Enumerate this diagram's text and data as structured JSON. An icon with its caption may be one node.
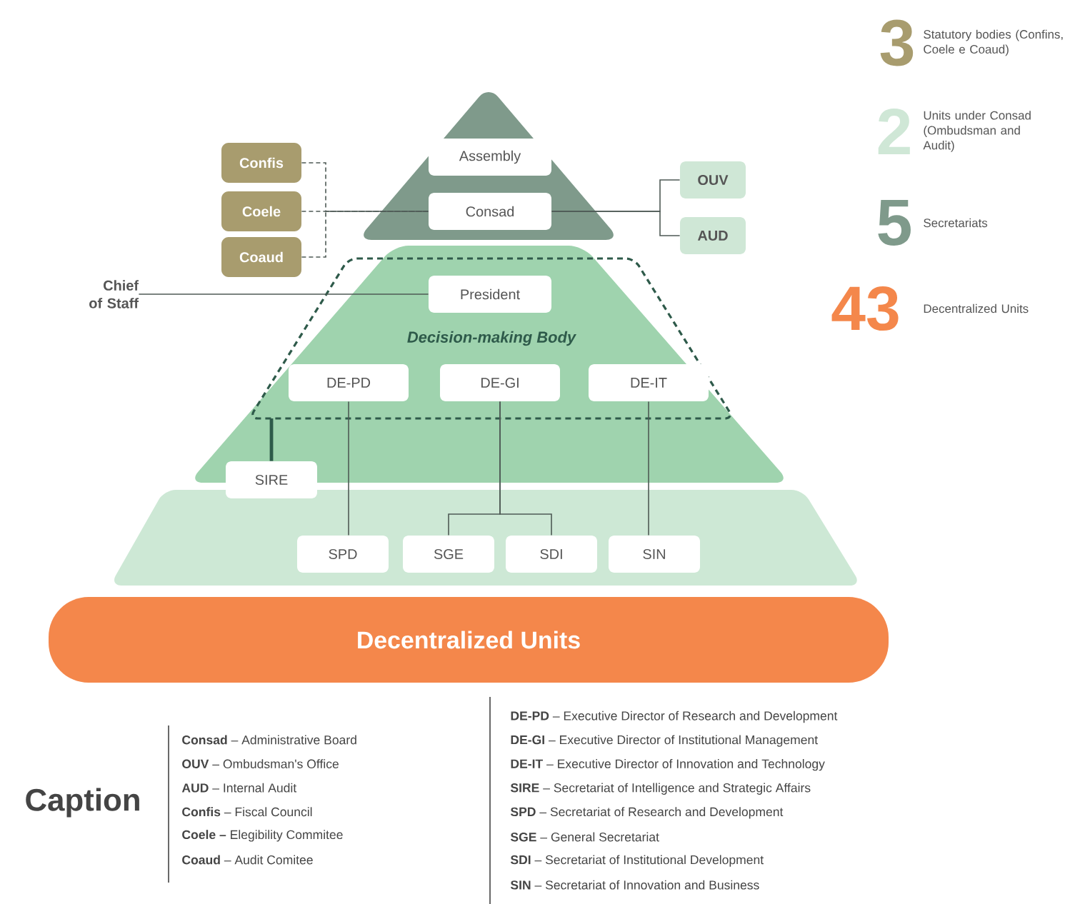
{
  "diagram": {
    "nodes": [
      {
        "text": [
          "Assembly"
        ]
      },
      {
        "text": [
          "Consad"
        ]
      },
      {
        "text": [
          "Confis"
        ]
      },
      {
        "text": [
          "Coele"
        ]
      },
      {
        "text": [
          "Coaud"
        ]
      },
      {
        "text": [
          "OUV"
        ]
      },
      {
        "text": [
          "AUD"
        ]
      },
      {
        "text": [
          "Chief of Staff"
        ]
      },
      {
        "text": [
          "Decision-making Body"
        ]
      },
      {
        "text": [
          "President"
        ],
        "in": 8
      },
      {
        "text": [
          "DE-PD"
        ],
        "in": 8
      },
      {
        "text": [
          "DE-GI"
        ],
        "in": 8
      },
      {
        "text": [
          "DE-IT"
        ],
        "in": 8
      },
      {
        "text": [
          "SIRE"
        ]
      },
      {
        "text": [
          "SPD"
        ]
      },
      {
        "text": [
          "SGE"
        ]
      },
      {
        "text": [
          "SDI"
        ]
      },
      {
        "text": [
          "SIN"
        ]
      },
      {
        "text": [
          "Decentralized Units"
        ]
      }
    ],
    "edges": [
      {
        "from": 2,
        "to": 1,
        "arrow": "none",
        "style": "dashed"
      },
      {
        "from": 3,
        "to": 1,
        "arrow": "none",
        "style": "dashed"
      },
      {
        "from": 4,
        "to": 1,
        "arrow": "none",
        "style": "dashed"
      },
      {
        "from": 1,
        "to": 5,
        "arrow": "none"
      },
      {
        "from": 1,
        "to": 6,
        "arrow": "none"
      },
      {
        "from": 7,
        "to": 9,
        "arrow": "none"
      },
      {
        "from": 8,
        "to": 13,
        "arrow": "none",
        "style": "thick"
      },
      {
        "from": 10,
        "to": 14,
        "arrow": "none"
      },
      {
        "from": 11,
        "to": 15,
        "arrow": "none"
      },
      {
        "from": 11,
        "to": 16,
        "arrow": "none"
      },
      {
        "from": 12,
        "to": 17,
        "arrow": "none"
      }
    ],
    "labels": [
      "3",
      "Statutory bodies (Confins, Coele e Coaud)",
      "2",
      "Units under Consad (Ombudsman and Audit)",
      "5",
      "Secretariats",
      "43",
      "Decentralized Units",
      "Caption",
      "**Consad** – Administrative Board",
      "**OUV** – Ombudsman's Office",
      "**AUD** – Internal Audit",
      "**Confis** – Fiscal Council",
      "**Coele –** Elegibility Commitee",
      "**Coaud** – Audit Comitee",
      "**DE-PD** – Executive Director of Research and Development",
      "**DE-GI** – Executive Director of Institutional Management",
      "**DE-IT** – Executive Director of Innovation and Technology",
      "**SIRE** – Secretariat of Intelligence and Strategic Affairs",
      "**SPD** – Secretariat of Research and Development",
      "**SGE** – General Secretariat",
      "**SDI** – Secretariat of Institutional Development",
      "**SIN** – Secretariat of Innovation and Business"
    ]
  }
}
